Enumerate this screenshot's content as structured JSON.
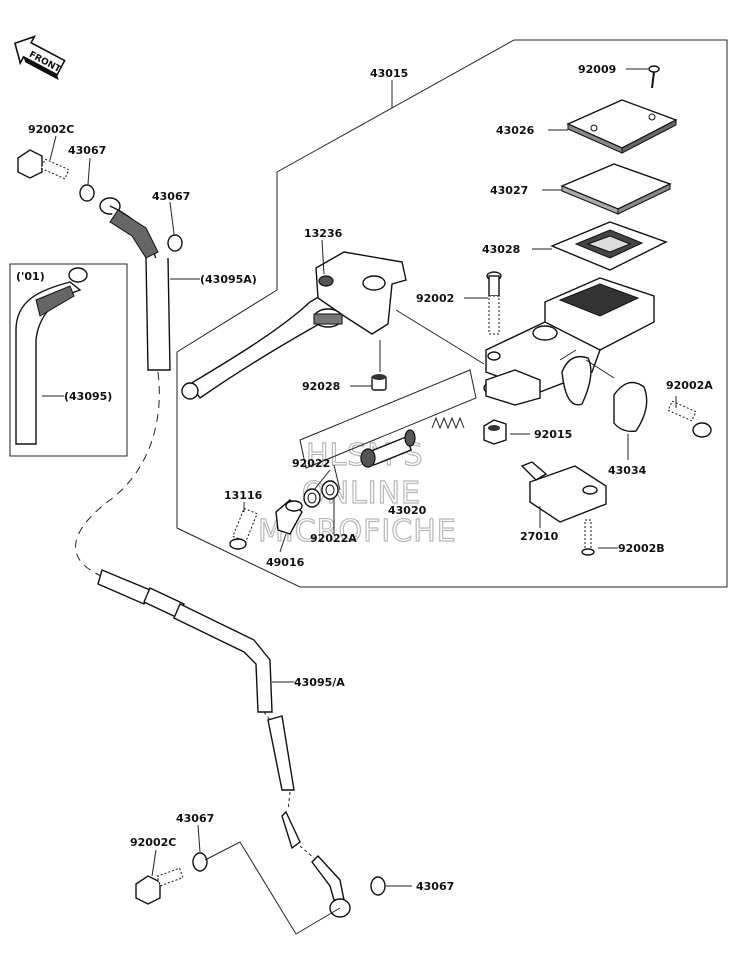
{
  "front_label": "FRONT",
  "watermark": {
    "line1": "HLSM'S",
    "line2": "ONLINE",
    "line3": "MICROFICHE"
  },
  "inset_year": "('01)",
  "labels": {
    "p43015": "43015",
    "p92009": "92009",
    "p43026": "43026",
    "p43027": "43027",
    "p43028": "43028",
    "p13236": "13236",
    "p92002": "92002",
    "p92028": "92028",
    "p92002A": "92002A",
    "p92015": "92015",
    "p43034": "43034",
    "p92022": "92022",
    "p43020": "43020",
    "p13116": "13116",
    "p92022A": "92022A",
    "p49016": "49016",
    "p27010": "27010",
    "p92002B": "92002B",
    "p92002C_top": "92002C",
    "p43067_top1": "43067",
    "p43067_top2": "43067",
    "p43095A_paren": "(43095A)",
    "p43095_paren": "(43095)",
    "p43095_A": "43095/A",
    "p43067_bot1": "43067",
    "p92002C_bot": "92002C",
    "p43067_bot2": "43067"
  }
}
